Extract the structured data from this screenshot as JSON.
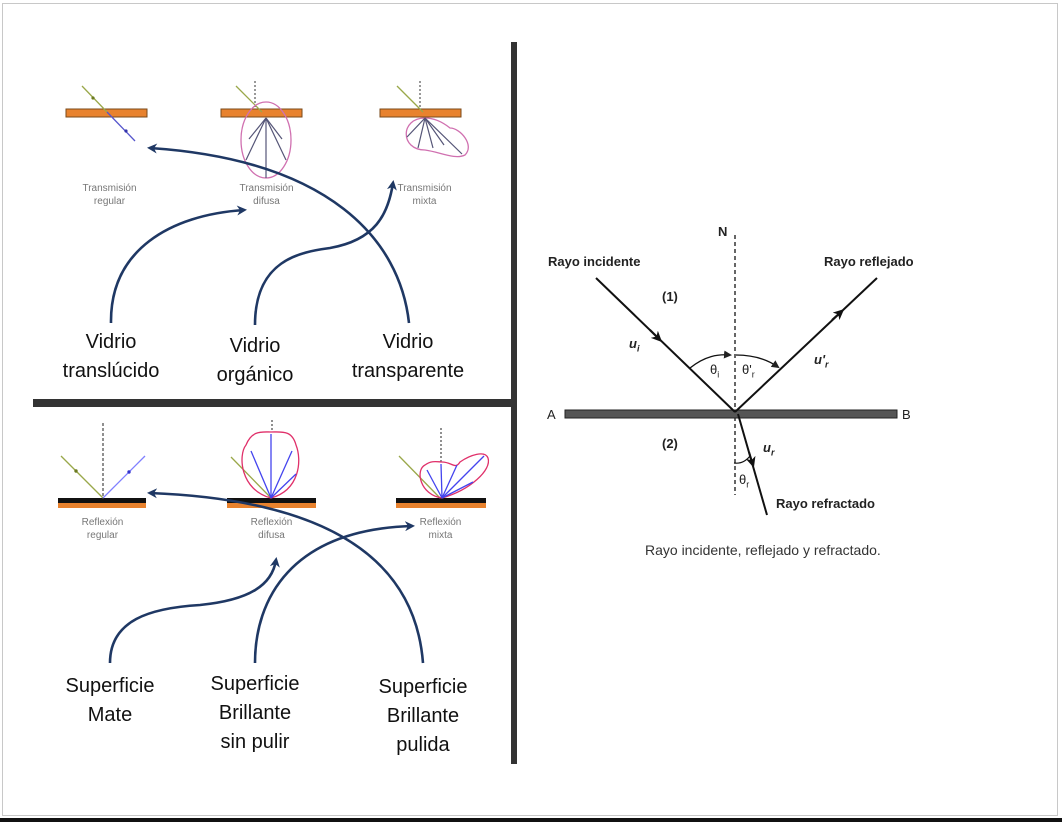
{
  "transmission": {
    "diagrams": [
      {
        "line1": "Transmisión",
        "line2": "regular"
      },
      {
        "line1": "Transmisión",
        "line2": "difusa"
      },
      {
        "line1": "Transmisión",
        "line2": "mixta"
      }
    ],
    "materials": [
      {
        "line1": "Vidrio",
        "line2": "translúcido"
      },
      {
        "line1": "Vidrio",
        "line2": "orgánico"
      },
      {
        "line1": "Vidrio",
        "line2": "transparente"
      }
    ]
  },
  "reflection": {
    "diagrams": [
      {
        "line1": "Reflexión",
        "line2": "regular"
      },
      {
        "line1": "Reflexión",
        "line2": "difusa"
      },
      {
        "line1": "Reflexión",
        "line2": "mixta"
      }
    ],
    "materials": [
      {
        "line1": "Superficie",
        "line2": "Mate",
        "line3": ""
      },
      {
        "line1": "Superficie",
        "line2": "Brillante",
        "line3": "sin pulir"
      },
      {
        "line1": "Superficie",
        "line2": "Brillante",
        "line3": "pulida"
      }
    ]
  },
  "optics": {
    "normal_label": "N",
    "incident_label": "Rayo incidente",
    "reflected_label": "Rayo reflejado",
    "refracted_label": "Rayo refractado",
    "medium1": "(1)",
    "medium2": "(2)",
    "u_i": "u",
    "u_i_sub": "i",
    "u_r_prime": "u'",
    "u_r_prime_sub": "r",
    "u_r": "u",
    "u_r_sub": "r",
    "theta_i": "θ",
    "theta_i_sub": "i",
    "theta_r_prime": "θ'",
    "theta_r_prime_sub": "r",
    "theta_r": "θ",
    "theta_r_sub": "r",
    "point_a": "A",
    "point_b": "B",
    "caption": "Rayo incidente, reflejado y refractado."
  },
  "colors": {
    "arrow": "#1f3864",
    "surface": "#e8822e",
    "lobe": "#e0306a",
    "ray_blue": "#4444ee",
    "ray_incident": "#9aa84a",
    "divider": "#333333"
  }
}
